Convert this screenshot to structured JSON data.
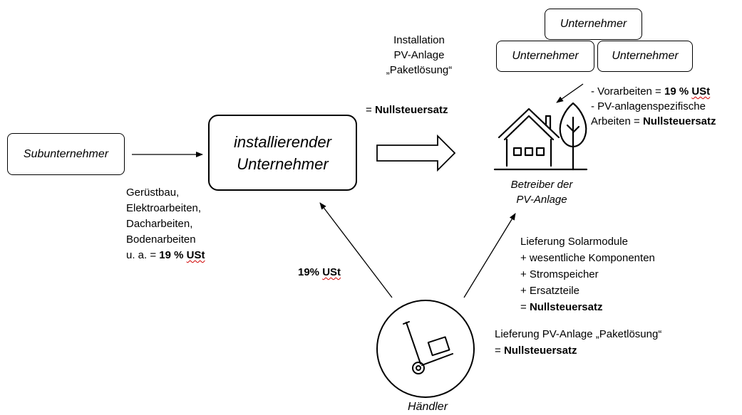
{
  "boxes": {
    "subunternehmer": "Subunternehmer",
    "installer_line1": "installierender",
    "installer_line2": "Unternehmer",
    "unternehmer_top": "Unternehmer",
    "unternehmer_left": "Unternehmer",
    "unternehmer_right": "Unternehmer"
  },
  "install_note": {
    "line1": "Installation",
    "line2": "PV-Anlage",
    "line3": "„Paketlösung“",
    "rate_prefix": "= ",
    "rate": "Nullsteuersatz"
  },
  "contractor_work": {
    "line1_prefix": "- Vorarbeiten = ",
    "line1_rate": "19 % ",
    "line1_ust": "USt",
    "line2": "- PV-anlagenspezifische",
    "line3_prefix": "Arbeiten = ",
    "line3_rate": "Nullsteuersatz"
  },
  "operator": {
    "line1": "Betreiber der",
    "line2": "PV-Anlage"
  },
  "sub_work": {
    "line1": "Gerüstbau,",
    "line2": "Elektroarbeiten,",
    "line3": "Dacharbeiten,",
    "line4": "Bodenarbeiten",
    "line5_prefix": "u. a. = ",
    "line5_rate": "19 % ",
    "line5_ust": "USt"
  },
  "dealer_to_installer": {
    "rate": "19% ",
    "ust": "USt"
  },
  "dealer_delivery": {
    "line1": "Lieferung Solarmodule",
    "line2": "+ wesentliche Komponenten",
    "line3": "+ Stromspeicher",
    "line4": "+ Ersatzteile",
    "line5_prefix": "= ",
    "line5_rate": "Nullsteuersatz"
  },
  "package_delivery": {
    "line1": "Lieferung PV-Anlage „Paketlösung“",
    "line2_prefix": "= ",
    "line2_rate": "Nullsteuersatz"
  },
  "dealer_label": "Händler",
  "icons": [
    "house-tree-icon",
    "hand-truck-icon"
  ]
}
